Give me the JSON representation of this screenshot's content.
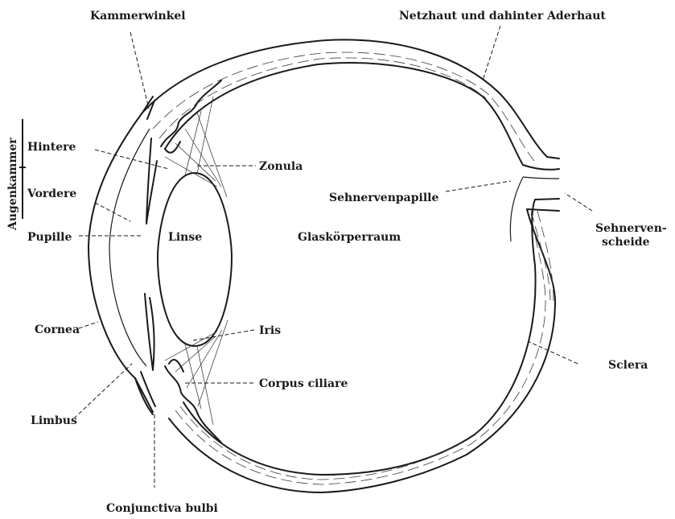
{
  "labels": {
    "kammerwinkel": "Kammerwinkel",
    "netzhaut": "Netzhaut und dahinter Aderhaut",
    "augenkammer": "Augenkammer",
    "hintere": "Hintere",
    "vordere": "Vordere",
    "zonula": "Zonula",
    "sehnervenpapille": "Sehnervenpapille",
    "sehnervenscheide_1": "Sehnerven-",
    "sehnervenscheide_2": "scheide",
    "pupille": "Pupille",
    "linse": "Linse",
    "glaskoerperraum": "Glaskörperraum",
    "cornea": "Cornea",
    "iris": "Iris",
    "sclera": "Sclera",
    "corpus_ciliare": "Corpus ciliare",
    "limbus": "Limbus",
    "conjunctiva_bulbi": "Conjunctiva bulbi"
  }
}
